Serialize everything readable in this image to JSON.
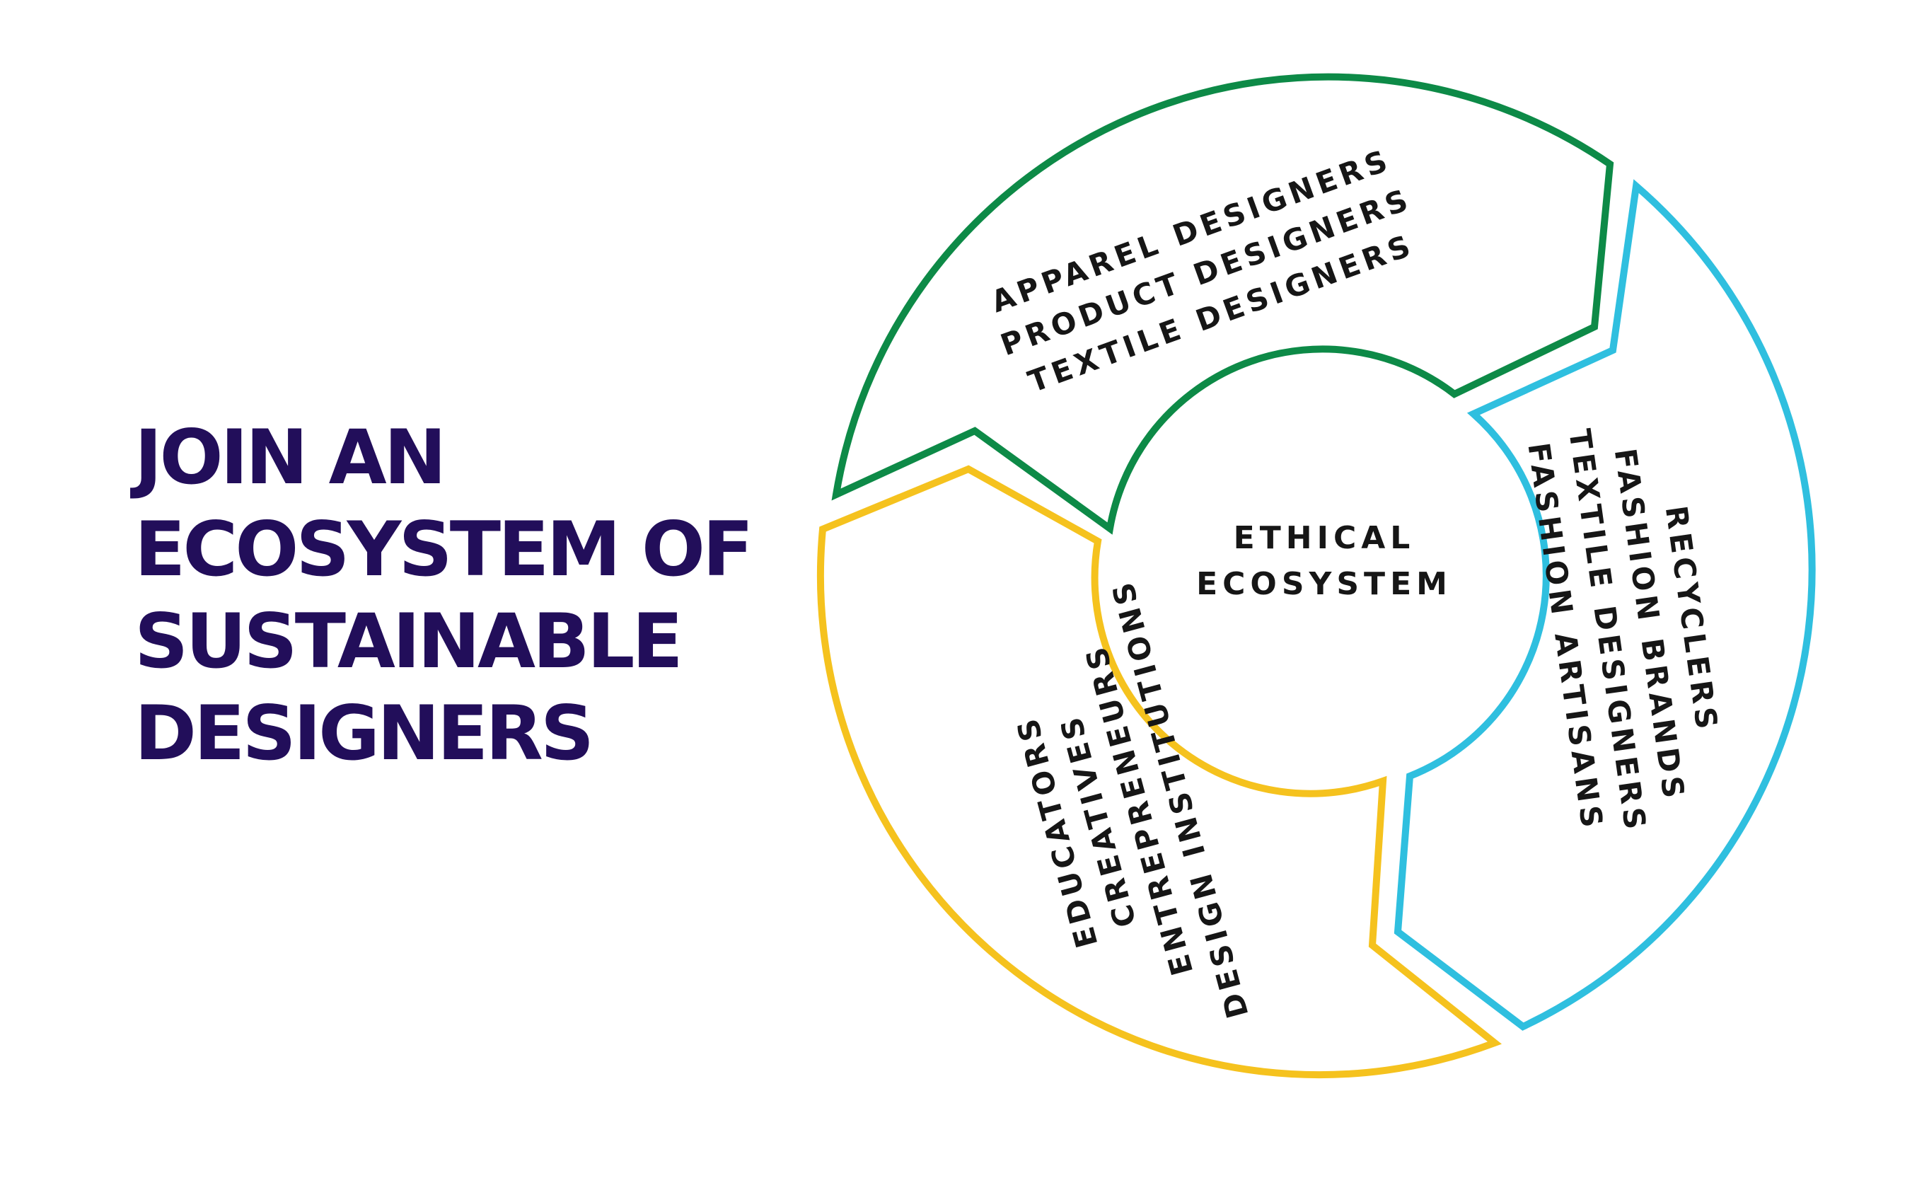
{
  "headline": {
    "lines": [
      "JOIN AN",
      "ECOSYSTEM OF",
      "SUSTAINABLE",
      "DESIGNERS"
    ],
    "color": "#220e5a"
  },
  "diagram": {
    "center": {
      "lines": [
        "ETHICAL",
        "ECOSYSTEM"
      ]
    },
    "segments": [
      {
        "color": "#0d8a47",
        "labels": [
          "APPAREL DESIGNERS",
          "PRODUCT DESIGNERS",
          "TEXTILE DESIGNERS"
        ]
      },
      {
        "color": "#2fbfdf",
        "labels": [
          "RECYCLERS",
          "FASHION BRANDS",
          "TEXTILE DESIGNERS",
          "FASHION ARTISANS"
        ]
      },
      {
        "color": "#f5c21e",
        "labels": [
          "EDUCATORS",
          "CREATIVES",
          "ENTREPRENEURS",
          "DESIGN INSTITUTIONS"
        ]
      }
    ]
  }
}
